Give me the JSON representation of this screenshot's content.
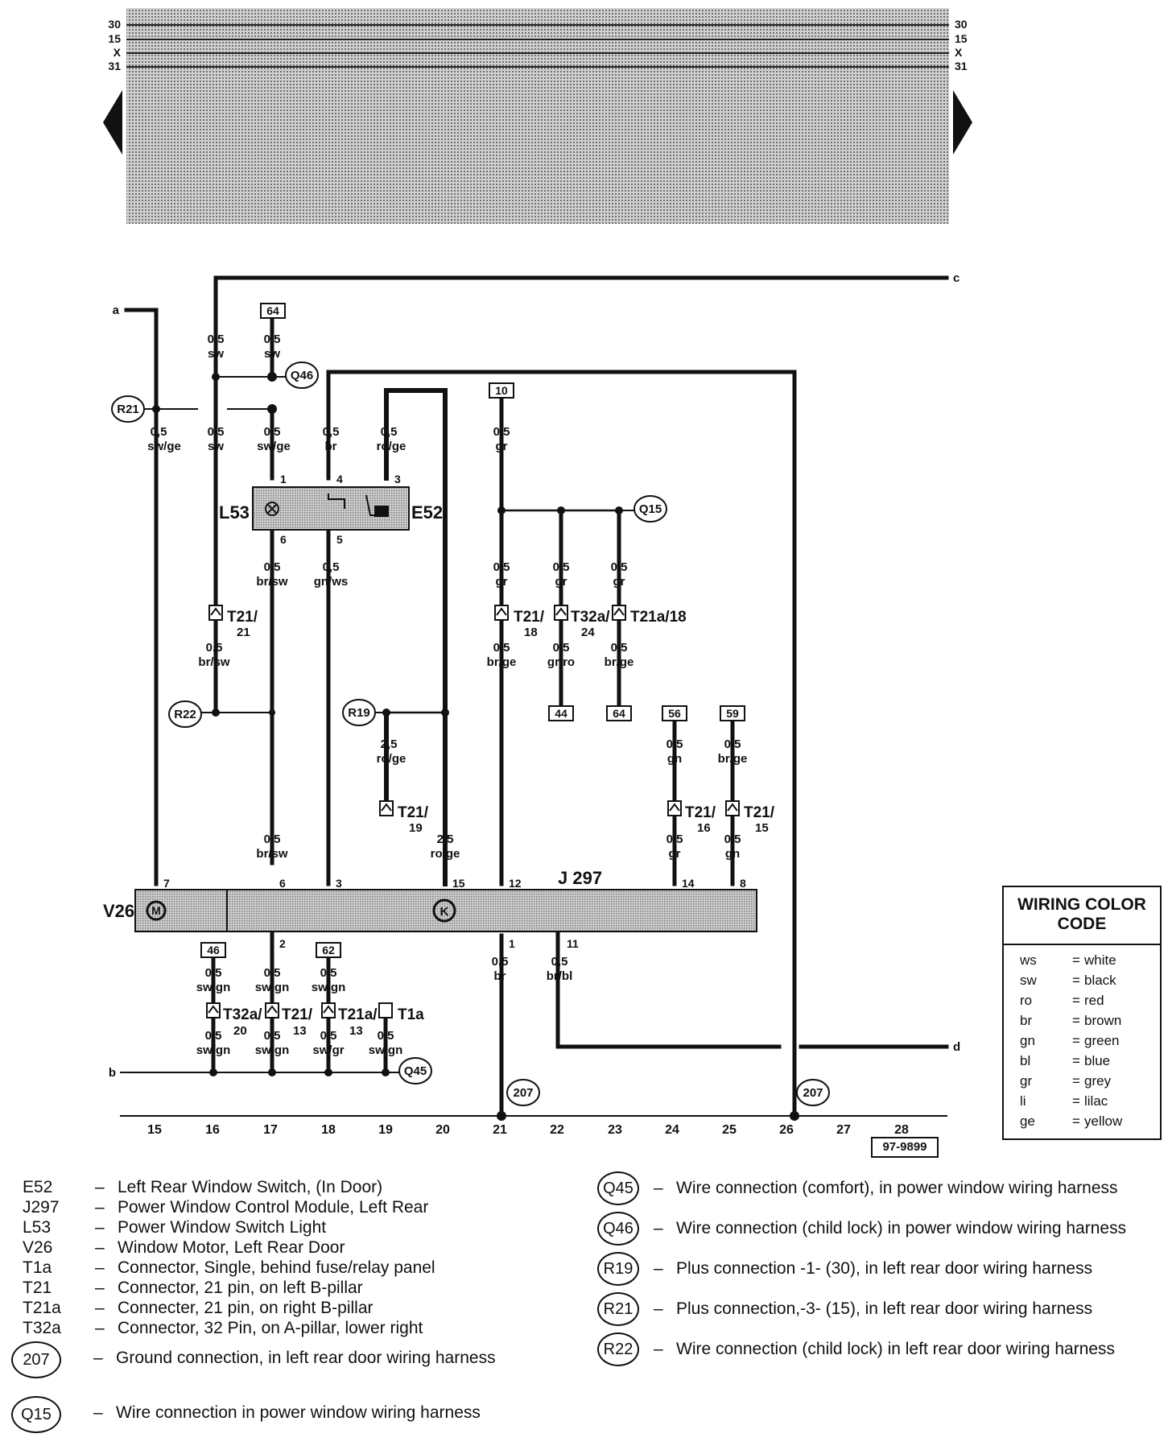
{
  "bus_labels": [
    "30",
    "15",
    "X",
    "31"
  ],
  "edge_refs": {
    "a": "a",
    "b": "b",
    "c": "c",
    "d": "d"
  },
  "wires": {
    "w1": {
      "size": "0,5",
      "color": "sw"
    },
    "w2": {
      "size": "0,5",
      "color": "sw"
    },
    "w3": {
      "size": "0,5",
      "color": "sw/ge"
    },
    "w4": {
      "size": "0,5",
      "color": "sw"
    },
    "w5": {
      "size": "0,5",
      "color": "sw/ge"
    },
    "w6": {
      "size": "0,5",
      "color": "br"
    },
    "w7": {
      "size": "0,5",
      "color": "ro/ge"
    },
    "w8": {
      "size": "0,5",
      "color": "gr"
    },
    "w9": {
      "size": "0,5",
      "color": "br/sw"
    },
    "w10": {
      "size": "0,5",
      "color": "gn/ws"
    },
    "w11": {
      "size": "0,5",
      "color": "gr"
    },
    "w12": {
      "size": "0,5",
      "color": "gr"
    },
    "w13": {
      "size": "0,5",
      "color": "gr"
    },
    "w14": {
      "size": "0,5",
      "color": "br/sw"
    },
    "w15": {
      "size": "0,5",
      "color": "br/ge"
    },
    "w16": {
      "size": "0,5",
      "color": "gr/ro"
    },
    "w17": {
      "size": "0,5",
      "color": "br/ge"
    },
    "w18": {
      "size": "2,5",
      "color": "ro/ge"
    },
    "w19": {
      "size": "0,5",
      "color": "gn"
    },
    "w20": {
      "size": "0,5",
      "color": "br/ge"
    },
    "w21": {
      "size": "0,5",
      "color": "br/sw"
    },
    "w22": {
      "size": "2,5",
      "color": "ro/ge"
    },
    "w23": {
      "size": "0,5",
      "color": "gr"
    },
    "w24": {
      "size": "0,5",
      "color": "gn"
    },
    "w25": {
      "size": "0,5",
      "color": "sw/gn"
    },
    "w26": {
      "size": "0,5",
      "color": "sw/gn"
    },
    "w27": {
      "size": "0,5",
      "color": "sw/gn"
    },
    "w28": {
      "size": "0,5",
      "color": "br"
    },
    "w29": {
      "size": "0,5",
      "color": "br/bl"
    },
    "w30": {
      "size": "0,5",
      "color": "sw/gn"
    },
    "w31": {
      "size": "0,5",
      "color": "sw/gn"
    },
    "w32": {
      "size": "0,5",
      "color": "sw/gr"
    },
    "w33": {
      "size": "0,5",
      "color": "sw/gn"
    }
  },
  "boxes": {
    "b64a": "64",
    "b10": "10",
    "b44": "44",
    "b64b": "64",
    "b56": "56",
    "b59": "59",
    "b46": "46",
    "b62": "62"
  },
  "circles": {
    "r21": "R21",
    "q46": "Q46",
    "q15": "Q15",
    "r22": "R22",
    "r19": "R19",
    "q45": "Q45",
    "g207a": "207",
    "g207b": "207"
  },
  "connectors": {
    "t21_21": {
      "main": "T21/",
      "sub": "21"
    },
    "t21_18": {
      "main": "T21/",
      "sub": "18"
    },
    "t32a_24": {
      "main": "T32a/",
      "sub": "24"
    },
    "t21a_18": {
      "main": "T21a/18",
      "sub": ""
    },
    "t21_19": {
      "main": "T21/",
      "sub": "19"
    },
    "t21_16": {
      "main": "T21/",
      "sub": "16"
    },
    "t21_15": {
      "main": "T21/",
      "sub": "15"
    },
    "t32a_20": {
      "main": "T32a/",
      "sub": "20"
    },
    "t21_13": {
      "main": "T21/",
      "sub": "13"
    },
    "t21a_13": {
      "main": "T21a/",
      "sub": "13"
    },
    "t1a": {
      "main": "T1a",
      "sub": ""
    }
  },
  "components": {
    "l53": "L53",
    "e52": "E52",
    "v26": "V26",
    "j297": "J 297"
  },
  "pins": {
    "p1": "1",
    "p4": "4",
    "p3": "3",
    "p6": "6",
    "p5": "5",
    "j7": "7",
    "j6": "6",
    "j3": "3",
    "j15": "15",
    "j12": "12",
    "j14": "14",
    "j8": "8",
    "j2": "2",
    "j1": "1",
    "j11": "11"
  },
  "track_numbers": [
    "15",
    "16",
    "17",
    "18",
    "19",
    "20",
    "21",
    "22",
    "23",
    "24",
    "25",
    "26",
    "27",
    "28"
  ],
  "doc_id": "97-9899",
  "color_code": {
    "title": "WIRING COLOR CODE",
    "rows": [
      {
        "code": "ws",
        "eq": "=",
        "name": "white"
      },
      {
        "code": "sw",
        "eq": "=",
        "name": "black"
      },
      {
        "code": "ro",
        "eq": "=",
        "name": "red"
      },
      {
        "code": "br",
        "eq": "=",
        "name": "brown"
      },
      {
        "code": "gn",
        "eq": "=",
        "name": "green"
      },
      {
        "code": "bl",
        "eq": "=",
        "name": "blue"
      },
      {
        "code": "gr",
        "eq": "=",
        "name": "grey"
      },
      {
        "code": "li",
        "eq": "=",
        "name": "lilac"
      },
      {
        "code": "ge",
        "eq": "=",
        "name": "yellow"
      }
    ]
  },
  "legend_left": [
    {
      "code": "E52",
      "desc": "Left Rear Window Switch, (In Door)"
    },
    {
      "code": "J297",
      "desc": "Power Window Control Module, Left Rear"
    },
    {
      "code": "L53",
      "desc": "Power Window Switch Light"
    },
    {
      "code": "V26",
      "desc": "Window Motor, Left Rear Door"
    },
    {
      "code": "T1a",
      "desc": "Connector, Single, behind fuse/relay panel"
    },
    {
      "code": "T21",
      "desc": "Connector, 21 pin, on left B-pillar"
    },
    {
      "code": "T21a",
      "desc": "Connecter, 21 pin, on right B-pillar"
    },
    {
      "code": "T32a",
      "desc": "Connector, 32 Pin, on A-pillar, lower right"
    }
  ],
  "legend_left_circles": [
    {
      "code": "207",
      "desc": "Ground connection, in left rear door wiring harness"
    },
    {
      "code": "Q15",
      "desc": "Wire connection in power window wiring harness"
    }
  ],
  "legend_right": [
    {
      "code": "Q45",
      "desc": "Wire connection (comfort), in power window wiring harness"
    },
    {
      "code": "Q46",
      "desc": "Wire connection (child lock) in power window wiring harness"
    },
    {
      "code": "R19",
      "desc": "Plus connection -1- (30), in left rear door wiring harness"
    },
    {
      "code": "R21",
      "desc": "Plus connection,-3- (15), in left rear door wiring harness"
    },
    {
      "code": "R22",
      "desc": "Wire connection (child lock) in left rear door wiring harness"
    }
  ],
  "colors": {
    "ink": "#111111",
    "shade": "#bdbdbd",
    "bus_band": "#a9a9a9"
  }
}
